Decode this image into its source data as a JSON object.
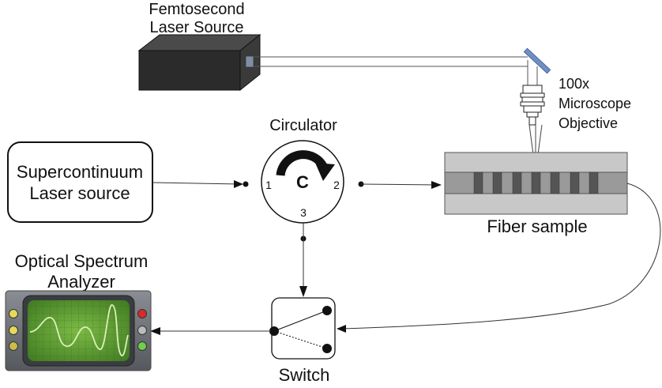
{
  "labels": {
    "laser_line1": "Femtosecond",
    "laser_line2": "Laser Source",
    "objective_line1": "100x",
    "objective_line2": "Microscope",
    "objective_line3": "Objective",
    "circulator": "Circulator",
    "circulator_symbol": "C",
    "port1": "1",
    "port2": "2",
    "port3": "3",
    "supercontinuum_line1": "Supercontinuum",
    "supercontinuum_line2": "Laser source",
    "fiber_sample": "Fiber sample",
    "osa_line1": "Optical Spectrum",
    "osa_line2": "Analyzer",
    "switch": "Switch"
  },
  "colors": {
    "laser_body": "#2b2b2b",
    "fiber_sample_body": "#c8c8c8",
    "fiber_core": "#9a9a9a",
    "grating_mark": "#555555",
    "mirror": "#6f8fc4",
    "osa_frame": "#6e7278",
    "osa_screen": "#4f8f2e",
    "osa_trace": "#d9f0b8",
    "led_yellow": "#e6d95a",
    "led_red": "#d92b2b",
    "led_green": "#6fcf4a",
    "line": "#333333"
  },
  "icons": {
    "circulator": "circular-arrow-icon",
    "switch": "optical-switch-icon",
    "objective": "microscope-objective-icon",
    "mirror": "mirror-icon",
    "laser": "laser-box-icon",
    "osa": "spectrum-analyzer-icon"
  }
}
